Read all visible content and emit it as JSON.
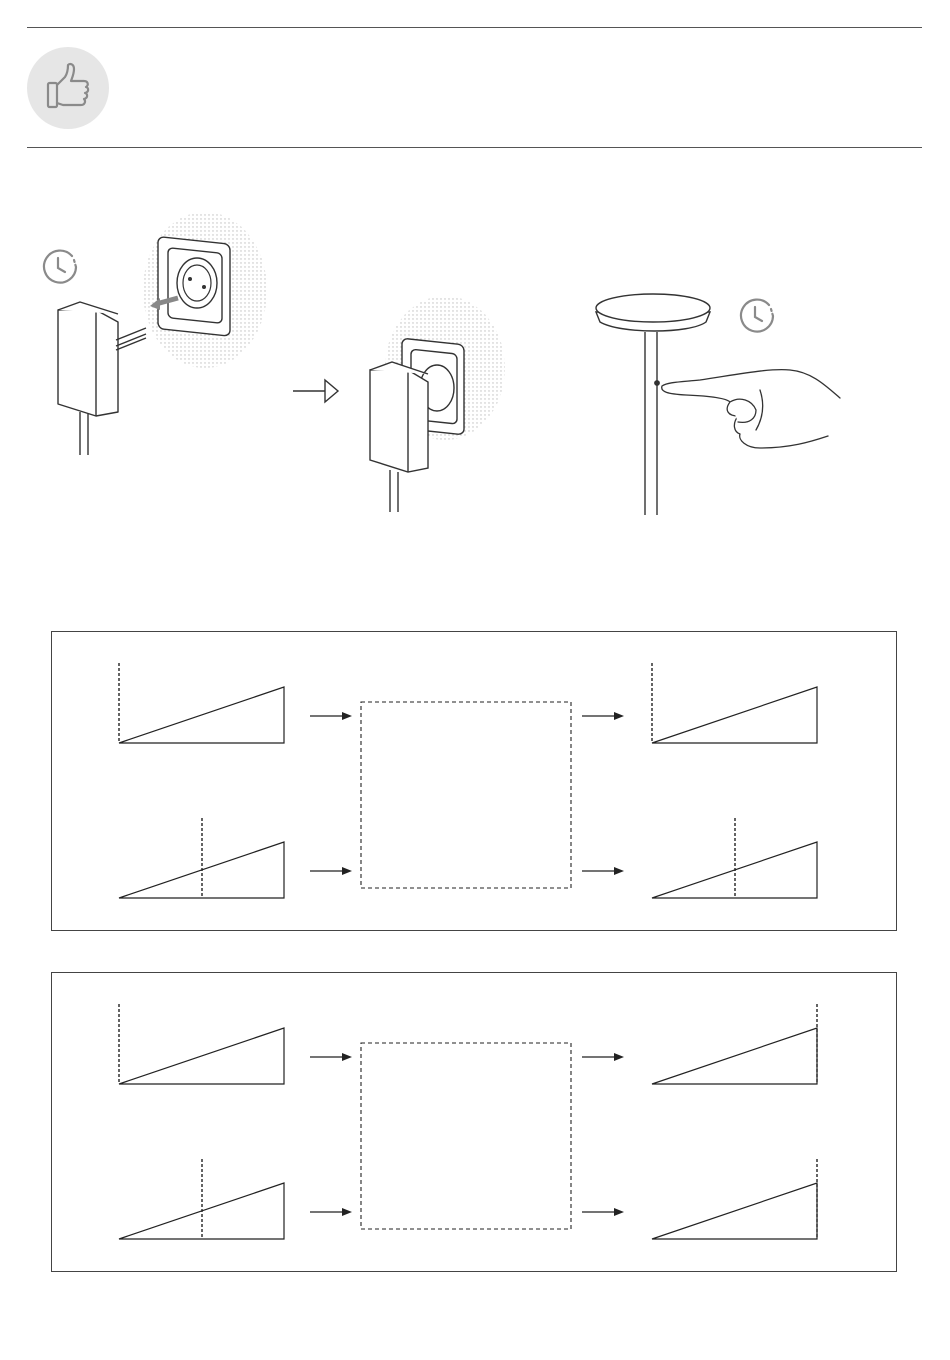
{
  "header": {
    "badge_icon": "thumbs-up-icon",
    "text": ""
  },
  "step_illustrations": {
    "items": [
      {
        "icon": "timer-icon"
      },
      {
        "icon": "plug-adapter-icon"
      },
      {
        "icon": "arrow-right-icon"
      },
      {
        "icon": "wall-socket-icon"
      },
      {
        "icon": "floor-lamp-icon"
      },
      {
        "icon": "hand-pointing-icon"
      },
      {
        "icon": "timer-icon"
      }
    ]
  },
  "diagram_panels": [
    {
      "inputs": [
        {
          "marker": "start"
        },
        {
          "marker": "middle"
        }
      ],
      "outputs": [
        {
          "marker": "start"
        },
        {
          "marker": "middle"
        }
      ]
    },
    {
      "inputs": [
        {
          "marker": "start"
        },
        {
          "marker": "middle"
        }
      ],
      "outputs": [
        {
          "marker": "end"
        },
        {
          "marker": "end"
        }
      ]
    }
  ],
  "colors": {
    "line": "#222222",
    "badge": "#e6e6e6",
    "icon_gray": "#8a8a8a",
    "dots": "#bdbdbd"
  }
}
